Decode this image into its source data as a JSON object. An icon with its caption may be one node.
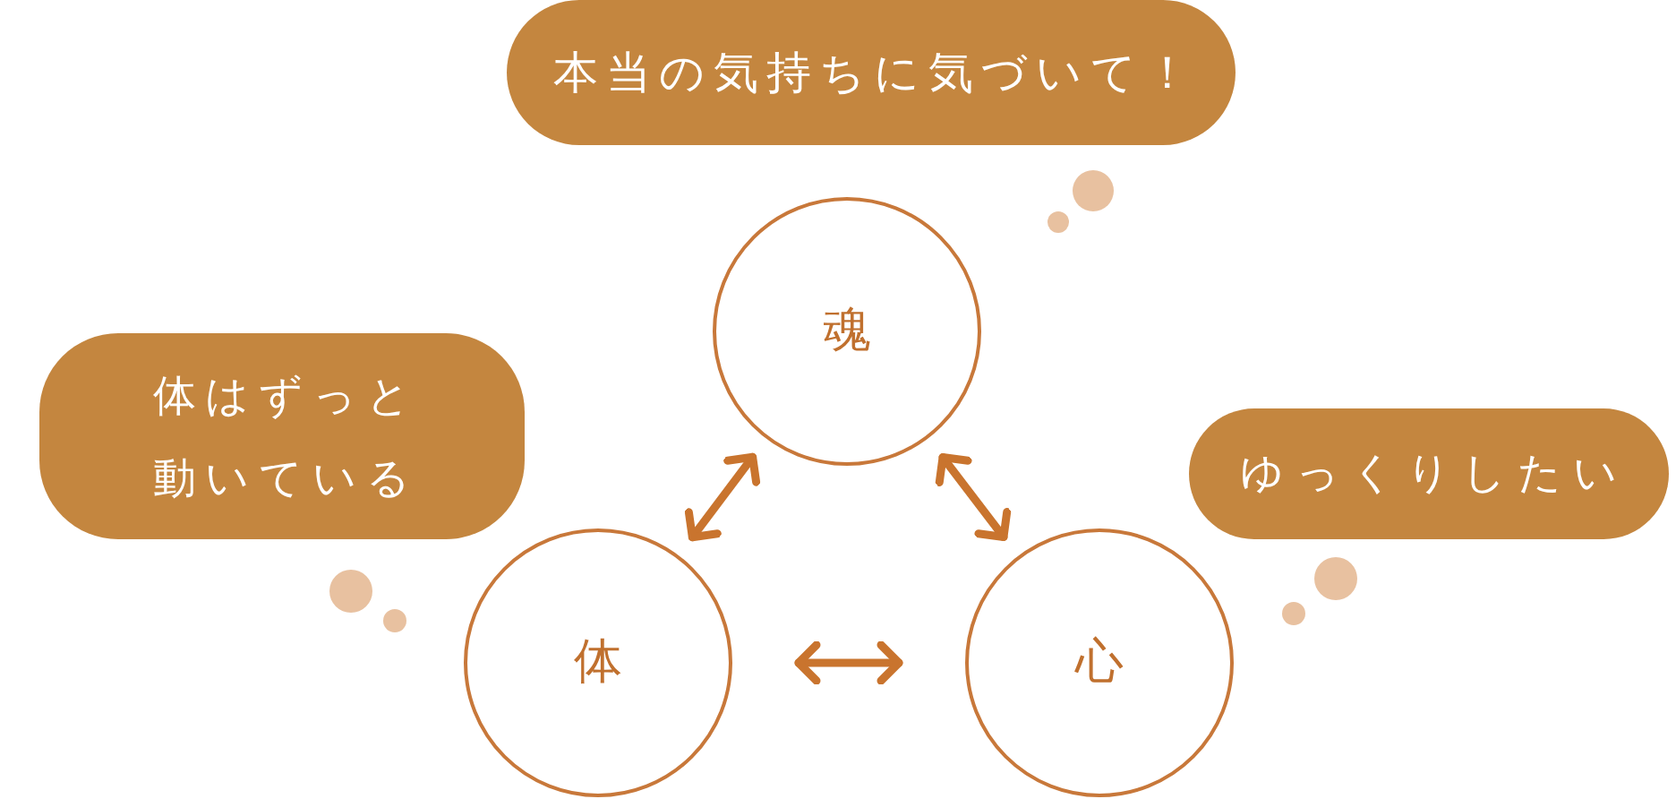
{
  "diagram": {
    "nodes": [
      {
        "text": [
          "本当の気持ちに気づいて！"
        ]
      },
      {
        "text": [
          "魂"
        ]
      },
      {
        "text": [
          "体はずっと動いている"
        ]
      },
      {
        "text": [
          "ゆっくりしたい"
        ]
      },
      {
        "text": [
          "体"
        ]
      },
      {
        "text": [
          "心"
        ]
      }
    ],
    "edges": [
      {
        "from": 4,
        "to": 1,
        "arrow": "both"
      },
      {
        "from": 1,
        "to": 5,
        "arrow": "both"
      },
      {
        "from": 4,
        "to": 5,
        "arrow": "both"
      }
    ]
  }
}
